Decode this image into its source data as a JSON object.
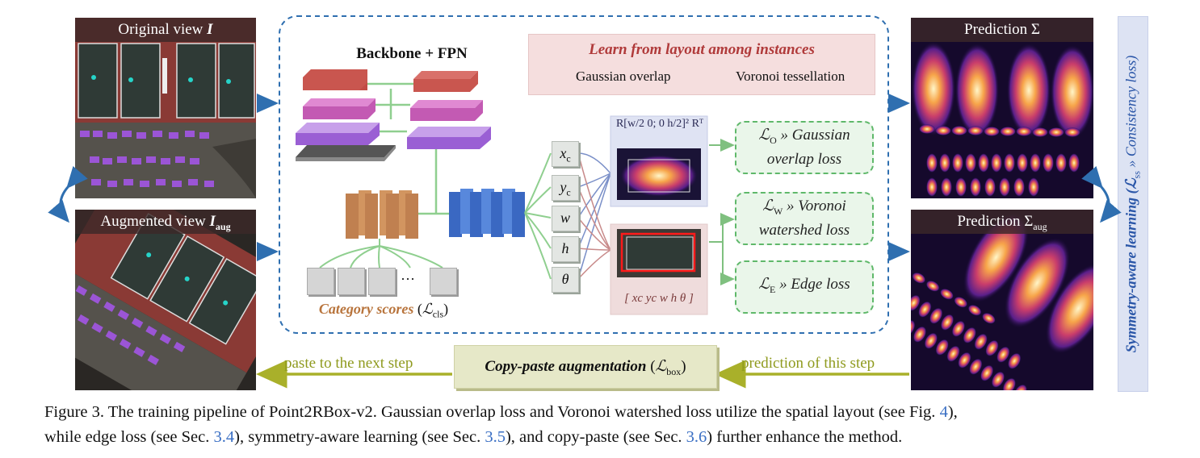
{
  "panels": {
    "original_title": "Original view",
    "original_symbol": "I",
    "augmented_title": "Augmented view",
    "augmented_symbol": "I",
    "augmented_sub": "aug",
    "prediction_title": "Prediction Σ",
    "prediction_aug_title": "Prediction Σ",
    "prediction_aug_sub": "aug"
  },
  "network": {
    "backbone_label": "Backbone + FPN",
    "category_label": "Category scores",
    "category_loss": "ℒ",
    "category_loss_sub": "cls",
    "ellipsis": "···"
  },
  "params": [
    "x",
    "y",
    "w",
    "h",
    "θ"
  ],
  "param_subs": [
    "c",
    "c",
    "",
    "",
    ""
  ],
  "layout_box": {
    "title": "Learn from layout among instances",
    "gaussian_label": "Gaussian overlap",
    "voronoi_label": "Voronoi tessellation"
  },
  "matrix_formula": "R[w/2 0; 0 h/2]² Rᵀ",
  "vector_formula": "[ xc  yc  w  h  θ ]",
  "losses": {
    "overlap_symbol": "ℒ",
    "overlap_sub": "O",
    "overlap_line1": " » Gaussian",
    "overlap_line2": "overlap loss",
    "voronoi_symbol": "ℒ",
    "voronoi_sub": "W",
    "voronoi_line1": " » Voronoi",
    "voronoi_line2": "watershed loss",
    "edge_symbol": "ℒ",
    "edge_sub": "E",
    "edge_line1": " » Edge loss"
  },
  "copy_paste": {
    "label": "Copy-paste augmentation",
    "loss": "ℒ",
    "loss_sub": "box",
    "left_arrow_label": "paste to the next step",
    "right_arrow_label": "prediction of this step"
  },
  "symmetry": {
    "text": "Symmetry-aware learning (ℒ",
    "sub": "ss",
    "text_end": " » Consistency loss)"
  },
  "caption": {
    "part1": "Figure 3. The training pipeline of Point2RBox-v2. Gaussian overlap loss and Voronoi watershed loss utilize the spatial layout (see Fig. ",
    "ref1": "4",
    "part2": "),",
    "part3": "while edge loss (see Sec. ",
    "ref2": "3.4",
    "part4": "), symmetry-aware learning (see Sec. ",
    "ref3": "3.5",
    "part5": "), and copy-paste (see Sec. ",
    "ref4": "3.6",
    "part6": ") further enhance the method."
  },
  "colors": {
    "arrow_blue": "#2f6fb0",
    "olive_arrow": "#a9b02a",
    "dashed_border": "#2f6fb0",
    "layout_box_bg": "#f5dede",
    "loss_box_bg": "#eaf6ea",
    "copy_paste_bg": "#e6e8c8",
    "symmetry_bg": "#dde3f3"
  }
}
